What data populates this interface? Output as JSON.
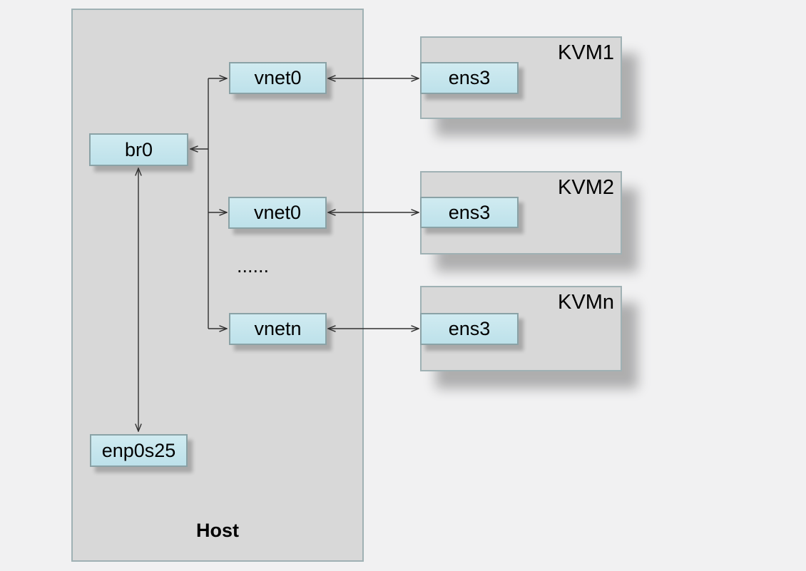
{
  "host": {
    "label": "Host",
    "nodes": {
      "vnet_top": "vnet0",
      "br0": "br0",
      "vnet_mid": "vnet0",
      "ellipsis": "......",
      "vnet_n": "vnetn",
      "enp0s25": "enp0s25"
    }
  },
  "vms": [
    {
      "name": "KVM1",
      "iface": "ens3"
    },
    {
      "name": "KVM2",
      "iface": "ens3"
    },
    {
      "name": "KVMn",
      "iface": "ens3"
    }
  ],
  "colors": {
    "page_background": "#f1f1f2",
    "container_fill": "#d8d8d8",
    "container_border": "#9fb1b4",
    "node_fill": "#c5e5ec",
    "node_border": "#8aa2a6",
    "connector_line": "#303030",
    "text": "#000000"
  }
}
